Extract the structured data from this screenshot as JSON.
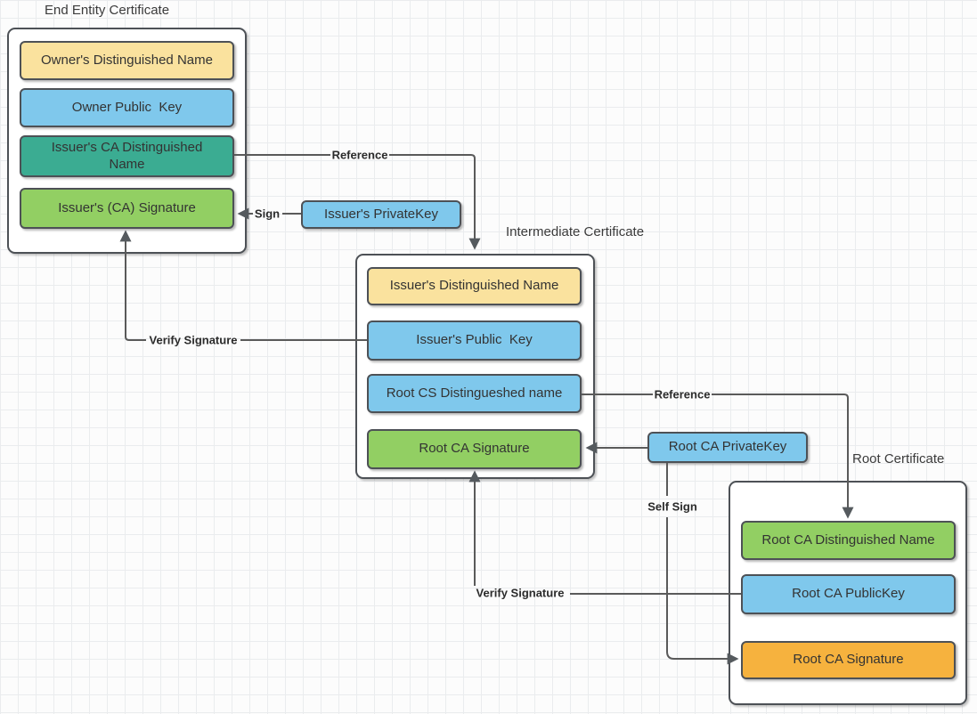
{
  "colors": {
    "yellow": "#FAE29E",
    "blue": "#7FC8EC",
    "teal": "#3BAC92",
    "green": "#92CF63",
    "orange": "#F6B23E",
    "container_fill": "#FFFFFF",
    "stroke": "#4D5156",
    "line": "#5A5A5A"
  },
  "groups": {
    "end_entity": {
      "title": "End Entity Certificate",
      "boxes": {
        "dn": {
          "label": "Owner's Distinguished Name"
        },
        "pub": {
          "label": "Owner Public  Key"
        },
        "issuer_dn": {
          "label": "Issuer's CA Distinguished Name"
        },
        "sig": {
          "label": "Issuer's (CA) Signature"
        }
      }
    },
    "intermediate": {
      "title": "Intermediate Certificate",
      "boxes": {
        "dn": {
          "label": "Issuer's Distinguished Name"
        },
        "pub": {
          "label": "Issuer's Public  Key"
        },
        "root_dn": {
          "label": "Root CS Distingueshed name"
        },
        "sig": {
          "label": "Root CA Signature"
        }
      }
    },
    "root": {
      "title": "Root Certificate",
      "boxes": {
        "dn": {
          "label": "Root CA Distinguished Name"
        },
        "pub": {
          "label": "Root CA PublicKey"
        },
        "sig": {
          "label": "Root CA Signature"
        }
      }
    }
  },
  "keys": {
    "issuer_private_key": {
      "label": "Issuer's PrivateKey"
    },
    "root_private_key": {
      "label": "Root CA PrivateKey"
    }
  },
  "edges": {
    "reference1": {
      "label": "Reference"
    },
    "sign": {
      "label": "Sign"
    },
    "verify1": {
      "label": "Verify Signature"
    },
    "reference2": {
      "label": "Reference"
    },
    "self_sign": {
      "label": "Self Sign"
    },
    "verify2": {
      "label": "Verify Signature"
    }
  }
}
